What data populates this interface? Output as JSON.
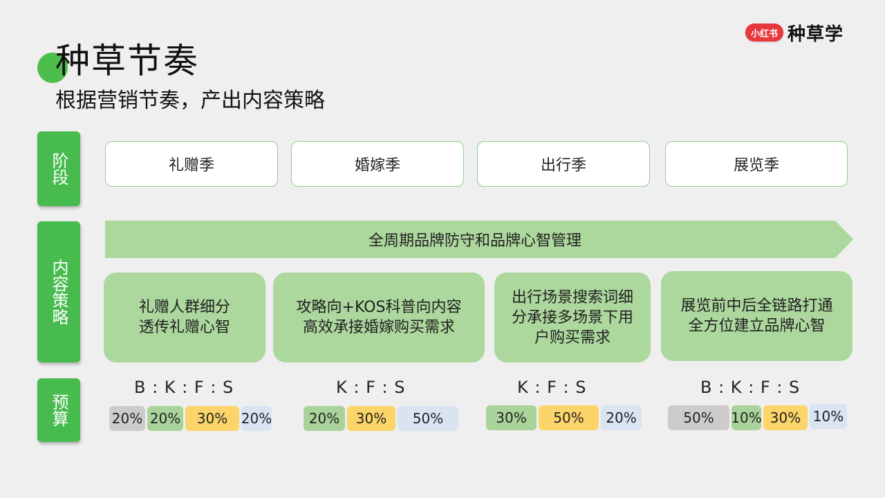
{
  "header": {
    "title": "种草节奏",
    "subtitle": "根据营销节奏，产出内容策略"
  },
  "logo": {
    "badge": "小红书",
    "text": "种草学"
  },
  "row_labels": {
    "stage": "阶段",
    "strategy": "内容策略",
    "budget": "预算"
  },
  "stages": [
    "礼赠季",
    "婚嫁季",
    "出行季",
    "展览季"
  ],
  "banner": "全周期品牌防守和品牌心智管理",
  "strategies": [
    [
      "礼赠人群细分",
      "透传礼赠心智"
    ],
    [
      "攻略向+KOS科普向内容",
      "高效承接婚嫁购买需求"
    ],
    [
      "出行场景搜索词细",
      "分承接多场景下用",
      "户购买需求"
    ],
    [
      "展览前中后全链路打通",
      "全方位建立品牌心智"
    ]
  ],
  "budget": [
    {
      "ratio": "B : K : F : S",
      "shares": [
        {
          "letter": "B",
          "label": "20%",
          "value": 20
        },
        {
          "letter": "K",
          "label": "20%",
          "value": 20
        },
        {
          "letter": "F",
          "label": "30%",
          "value": 30
        },
        {
          "letter": "S",
          "label": "20%",
          "value": 20
        }
      ]
    },
    {
      "ratio": "K : F : S",
      "shares": [
        {
          "letter": "K",
          "label": "20%",
          "value": 20
        },
        {
          "letter": "F",
          "label": "30%",
          "value": 30
        },
        {
          "letter": "S",
          "label": "50%",
          "value": 50
        }
      ]
    },
    {
      "ratio": "K : F : S",
      "shares": [
        {
          "letter": "K",
          "label": "30%",
          "value": 30
        },
        {
          "letter": "F",
          "label": "50%",
          "value": 50
        },
        {
          "letter": "S",
          "label": "20%",
          "value": 20
        }
      ]
    },
    {
      "ratio": "B : K : F : S",
      "shares": [
        {
          "letter": "B",
          "label": "50%",
          "value": 50
        },
        {
          "letter": "K",
          "label": "10%",
          "value": 10
        },
        {
          "letter": "F",
          "label": "30%",
          "value": 30
        },
        {
          "letter": "S",
          "label": "10%",
          "value": 10
        }
      ]
    }
  ],
  "colors": {
    "accent_green": "#47bb4e",
    "card_green": "#acd79d",
    "B": "#cdcbcb",
    "K": "#a9d39a",
    "F": "#fbd46a",
    "S": "#d9e3f2"
  }
}
